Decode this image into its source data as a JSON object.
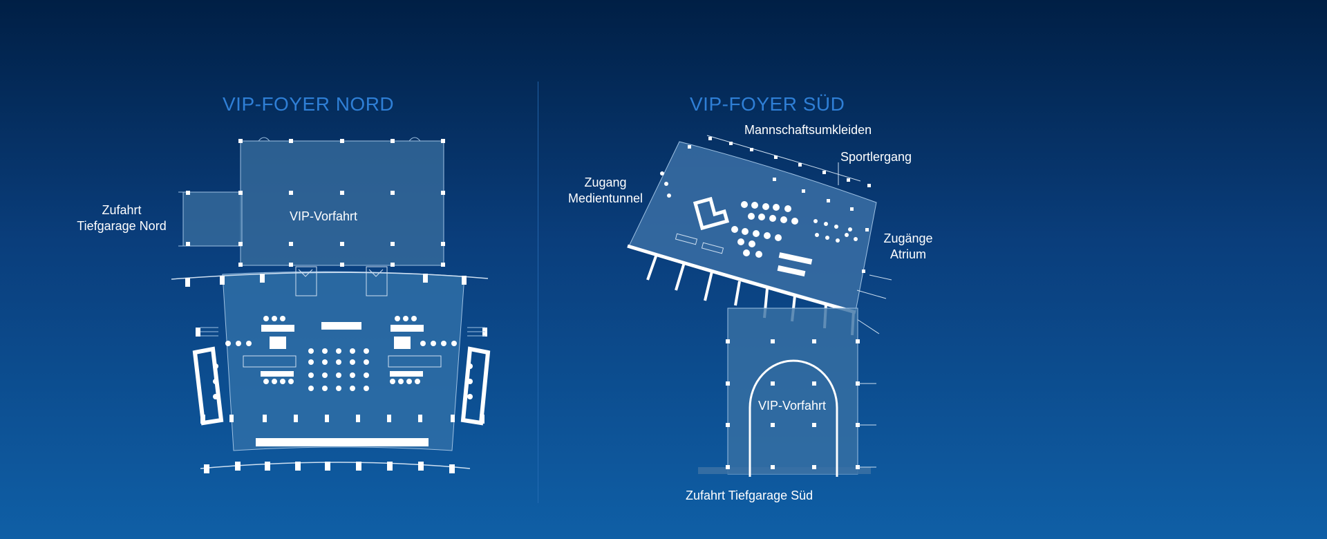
{
  "north": {
    "title": "VIP-FOYER NORD",
    "vorfahrt_label": "VIP-Vorfahrt",
    "zufahrt_label": [
      "Zufahrt",
      "Tiefgarage Nord"
    ]
  },
  "south": {
    "title": "VIP-FOYER SÜD",
    "mannschaft_label": "Mannschaftsumkleiden",
    "sportler_label": "Sportlergang",
    "medientunnel_label": [
      "Zugang",
      "Medientunnel"
    ],
    "atrium_label": [
      "Zugänge",
      "Atrium"
    ],
    "vorfahrt_label": "VIP-Vorfahrt",
    "zufahrt_label": "Zufahrt Tiefgarage Süd"
  },
  "colors": {
    "background_top": "#001f45",
    "background_bottom": "#0f5fa6",
    "title": "#2f7fd6",
    "plan_fill": "#2e6aa6",
    "line": "#ffffff"
  }
}
